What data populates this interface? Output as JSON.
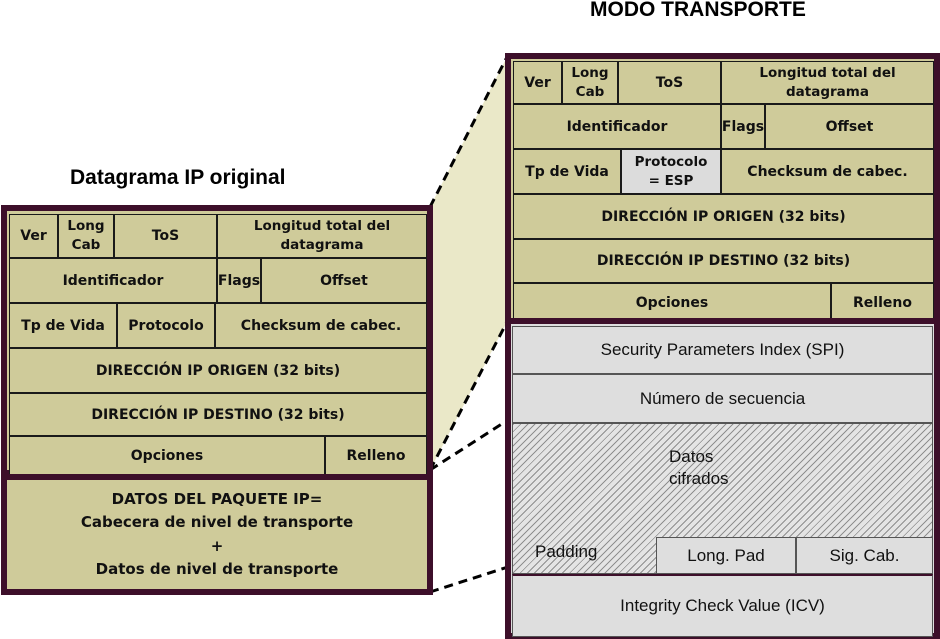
{
  "titles": {
    "right": "MODO TRANSPORTE",
    "left": "Datagrama IP original"
  },
  "ip_header": {
    "ver": "Ver",
    "long_cab": "Long\nCab",
    "tos": "ToS",
    "longitud_total": "Longitud total del\ndatagrama",
    "identificador": "Identificador",
    "flags": "Flags",
    "offset": "Offset",
    "tp_vida": "Tp de Vida",
    "protocolo": "Protocolo",
    "protocolo_esp": "Protocolo\n= ESP",
    "checksum": "Checksum de cabec.",
    "ip_origen": "DIRECCIÓN IP ORIGEN (32 bits)",
    "ip_destino": "DIRECCIÓN IP DESTINO (32 bits)",
    "opciones": "Opciones",
    "relleno": "Relleno"
  },
  "datos_paquete": {
    "line1": "DATOS DEL PAQUETE IP=",
    "line2": "Cabecera de nivel de transporte",
    "line3": "+",
    "line4": "Datos de nivel de transporte"
  },
  "esp": {
    "spi": "Security Parameters Index (SPI)",
    "secuencia": "Número de secuencia",
    "datos_cifrados": "Datos\ncifrados",
    "padding": "Padding",
    "long_pad": "Long. Pad",
    "sig_cab": "Sig. Cab.",
    "icv": "Integrity Check Value (ICV)"
  },
  "colors": {
    "frame": "#3d0f2a",
    "field_fill": "#cfcb9a",
    "projection_fill": "#eae8c8",
    "esp_fill": "#dedede"
  }
}
